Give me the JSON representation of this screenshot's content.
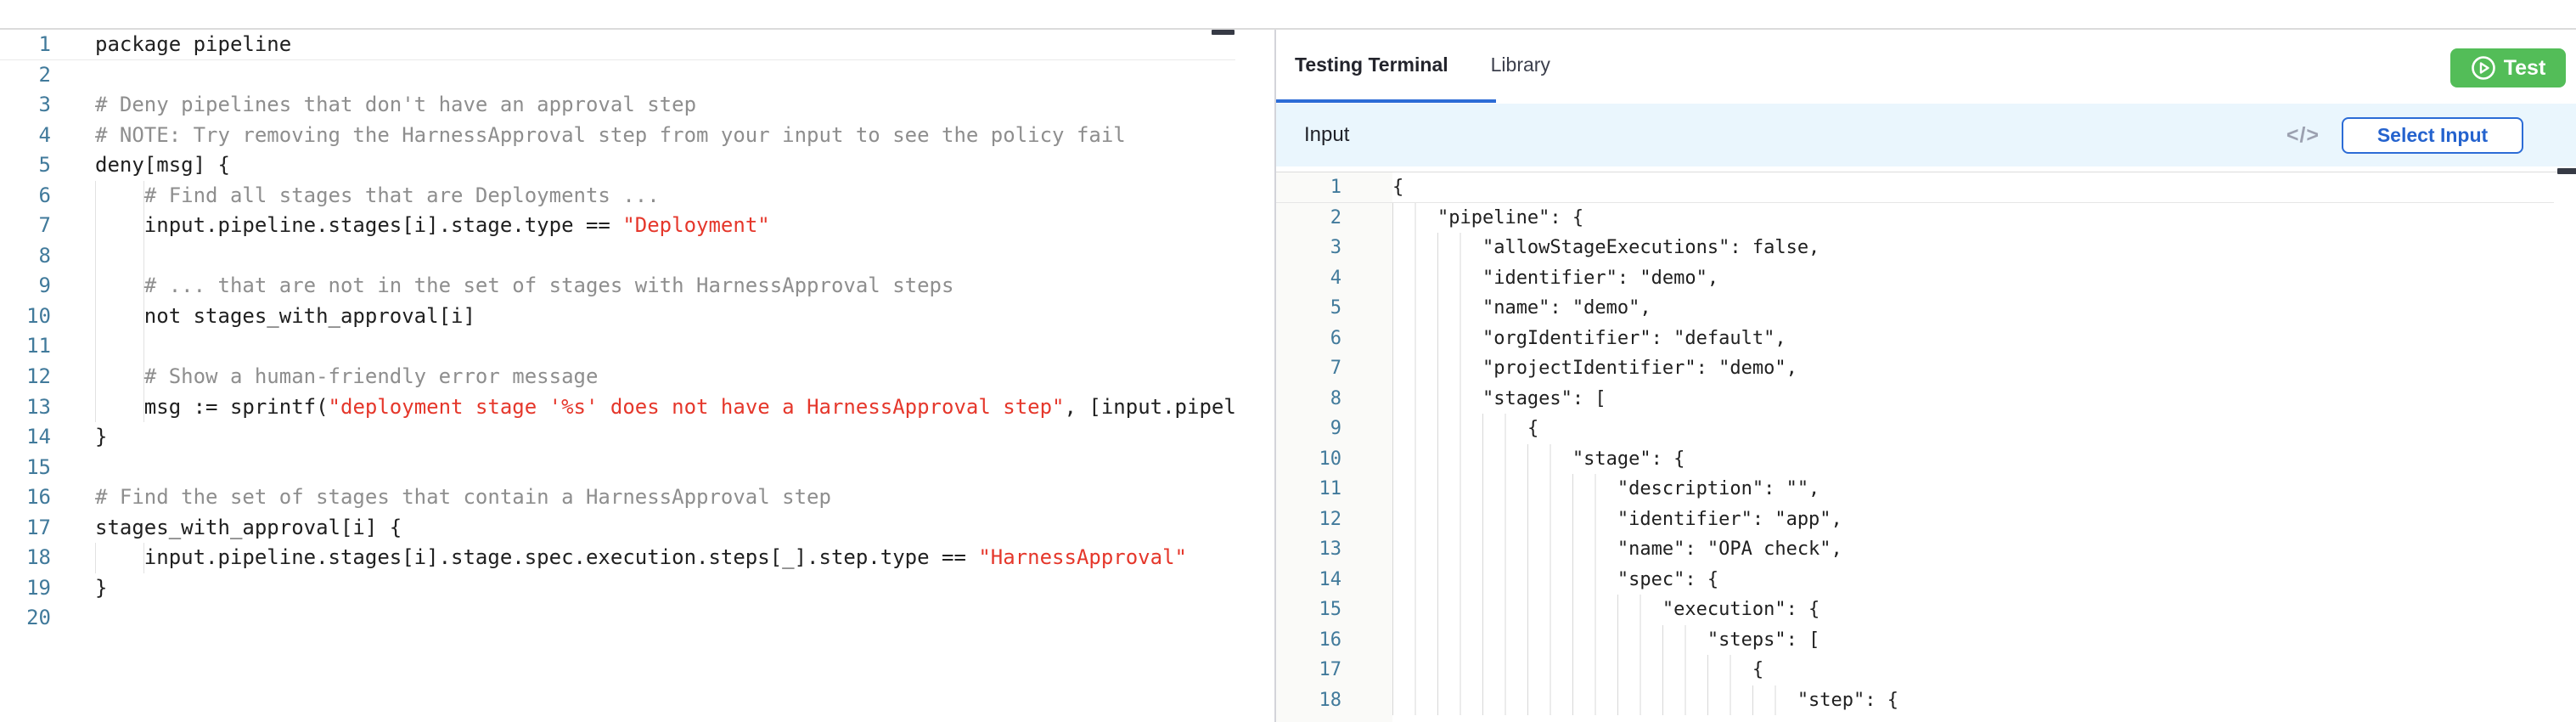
{
  "colors": {
    "accent_blue": "#2C6CD6",
    "test_button_green": "#53BD58",
    "string_red": "#E5372B",
    "comment_gray": "#8E8E8E",
    "code_dark": "#202020",
    "line_number_blue": "#417A9B",
    "input_bar_bg": "#EAF6FD"
  },
  "policy_editor": {
    "lines": [
      {
        "indent": 0,
        "tokens": [
          {
            "t": "code",
            "v": "package pipeline"
          }
        ]
      },
      {
        "indent": 0,
        "tokens": []
      },
      {
        "indent": 0,
        "tokens": [
          {
            "t": "comment",
            "v": "# Deny pipelines that don't have an approval step"
          }
        ]
      },
      {
        "indent": 0,
        "tokens": [
          {
            "t": "comment",
            "v": "# NOTE: Try removing the HarnessApproval step from your input to see the policy fail"
          }
        ]
      },
      {
        "indent": 0,
        "tokens": [
          {
            "t": "code",
            "v": "deny[msg] {"
          }
        ]
      },
      {
        "indent": 4,
        "tokens": [
          {
            "t": "comment",
            "v": "# Find all stages that are Deployments ..."
          }
        ]
      },
      {
        "indent": 4,
        "tokens": [
          {
            "t": "code",
            "v": "input.pipeline.stages[i].stage.type == "
          },
          {
            "t": "string",
            "v": "\"Deployment\""
          }
        ]
      },
      {
        "indent": 4,
        "tokens": []
      },
      {
        "indent": 4,
        "tokens": [
          {
            "t": "comment",
            "v": "# ... that are not in the set of stages with HarnessApproval steps"
          }
        ]
      },
      {
        "indent": 4,
        "tokens": [
          {
            "t": "code",
            "v": "not stages_with_approval[i]"
          }
        ]
      },
      {
        "indent": 4,
        "tokens": []
      },
      {
        "indent": 4,
        "tokens": [
          {
            "t": "comment",
            "v": "# Show a human-friendly error message"
          }
        ]
      },
      {
        "indent": 4,
        "tokens": [
          {
            "t": "code",
            "v": "msg := sprintf("
          },
          {
            "t": "string",
            "v": "\"deployment stage '%s' does not have a HarnessApproval step\""
          },
          {
            "t": "code",
            "v": ", [input.pipel"
          }
        ]
      },
      {
        "indent": 0,
        "tokens": [
          {
            "t": "code",
            "v": "}"
          }
        ]
      },
      {
        "indent": 0,
        "tokens": []
      },
      {
        "indent": 0,
        "tokens": [
          {
            "t": "comment",
            "v": "# Find the set of stages that contain a HarnessApproval step"
          }
        ]
      },
      {
        "indent": 0,
        "tokens": [
          {
            "t": "code",
            "v": "stages_with_approval[i] {"
          }
        ]
      },
      {
        "indent": 4,
        "tokens": [
          {
            "t": "code",
            "v": "input.pipeline.stages[i].stage.spec.execution.steps[_].step.type == "
          },
          {
            "t": "string",
            "v": "\"HarnessApproval\""
          }
        ]
      },
      {
        "indent": 0,
        "tokens": [
          {
            "t": "code",
            "v": "}"
          }
        ]
      },
      {
        "indent": 0,
        "tokens": []
      }
    ]
  },
  "right_panel": {
    "tabs": [
      {
        "label": "Testing Terminal",
        "active": true
      },
      {
        "label": "Library",
        "active": false
      }
    ],
    "test_button": {
      "label": "Test",
      "icon": "play-circle"
    },
    "input_section": {
      "title": "Input",
      "code_icon": "</>",
      "select_button_label": "Select Input"
    },
    "input_editor": {
      "lines": [
        {
          "indent": 0,
          "text": "{"
        },
        {
          "indent": 4,
          "text": "\"pipeline\": {"
        },
        {
          "indent": 8,
          "text": "\"allowStageExecutions\": false,"
        },
        {
          "indent": 8,
          "text": "\"identifier\": \"demo\","
        },
        {
          "indent": 8,
          "text": "\"name\": \"demo\","
        },
        {
          "indent": 8,
          "text": "\"orgIdentifier\": \"default\","
        },
        {
          "indent": 8,
          "text": "\"projectIdentifier\": \"demo\","
        },
        {
          "indent": 8,
          "text": "\"stages\": ["
        },
        {
          "indent": 12,
          "text": "{"
        },
        {
          "indent": 16,
          "text": "\"stage\": {"
        },
        {
          "indent": 20,
          "text": "\"description\": \"\","
        },
        {
          "indent": 20,
          "text": "\"identifier\": \"app\","
        },
        {
          "indent": 20,
          "text": "\"name\": \"OPA check\","
        },
        {
          "indent": 20,
          "text": "\"spec\": {"
        },
        {
          "indent": 24,
          "text": "\"execution\": {"
        },
        {
          "indent": 28,
          "text": "\"steps\": ["
        },
        {
          "indent": 32,
          "text": "{"
        },
        {
          "indent": 36,
          "text": "\"step\": {"
        }
      ]
    }
  }
}
